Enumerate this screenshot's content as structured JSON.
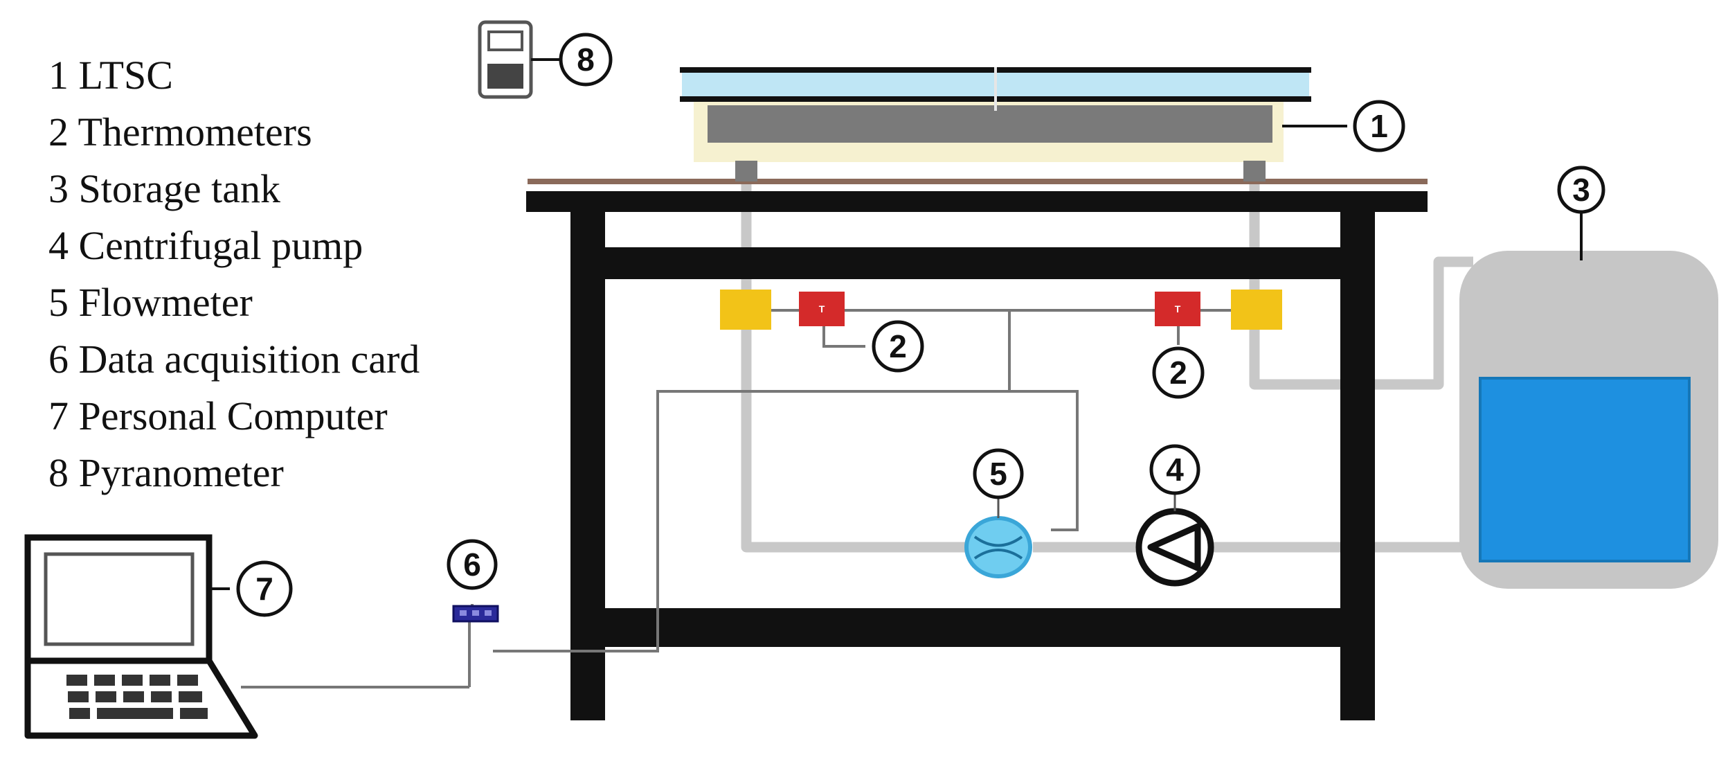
{
  "legend": [
    {
      "num": "1",
      "label": "LTSC"
    },
    {
      "num": "2",
      "label": "Thermometers"
    },
    {
      "num": "3",
      "label": "Storage tank"
    },
    {
      "num": "4",
      "label": "Centrifugal pump"
    },
    {
      "num": "5",
      "label": "Flowmeter"
    },
    {
      "num": "6",
      "label": "Data acquisition card"
    },
    {
      "num": "7",
      "label": "Personal Computer"
    },
    {
      "num": "8",
      "label": "Pyranometer"
    }
  ],
  "callouts": {
    "ltsc": "1",
    "thermometer_left": "2",
    "thermometer_right": "2",
    "storage_tank": "3",
    "pump": "4",
    "flowmeter": "5",
    "daq_card": "6",
    "computer": "7",
    "pyranometer": "8"
  },
  "thermometer_symbol": "T",
  "colors": {
    "frame": "#111111",
    "pipe": "#c8c8c8",
    "water": "#1e90e0",
    "tank_body": "#c6c6c6",
    "junction": "#f2c318",
    "thermometer": "#d42a2a",
    "flowmeter": "#6fcdf0",
    "collector_glass": "#bfe6f5",
    "collector_absorber": "#7a7a7a",
    "collector_case": "#f6f1d0",
    "tabletop": "#8a6a5a",
    "daq": "#2a2a9a"
  }
}
